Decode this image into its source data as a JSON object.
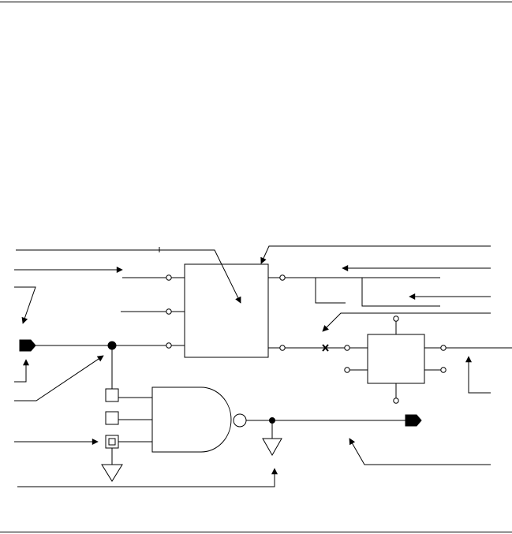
{
  "diagram": {
    "type": "schematic",
    "components": [
      "header-rule",
      "footer-rule",
      "block-main",
      "block-small",
      "nand-gate",
      "output-inverter-bubble",
      "input-port-left",
      "output-port-right",
      "junction-dot-left",
      "junction-dot-right",
      "no-connect-marker",
      "square-pad-1",
      "square-pad-2",
      "square-pad-3-nested",
      "ground-symbol-left",
      "ground-symbol-center",
      "callout-arrows"
    ]
  }
}
